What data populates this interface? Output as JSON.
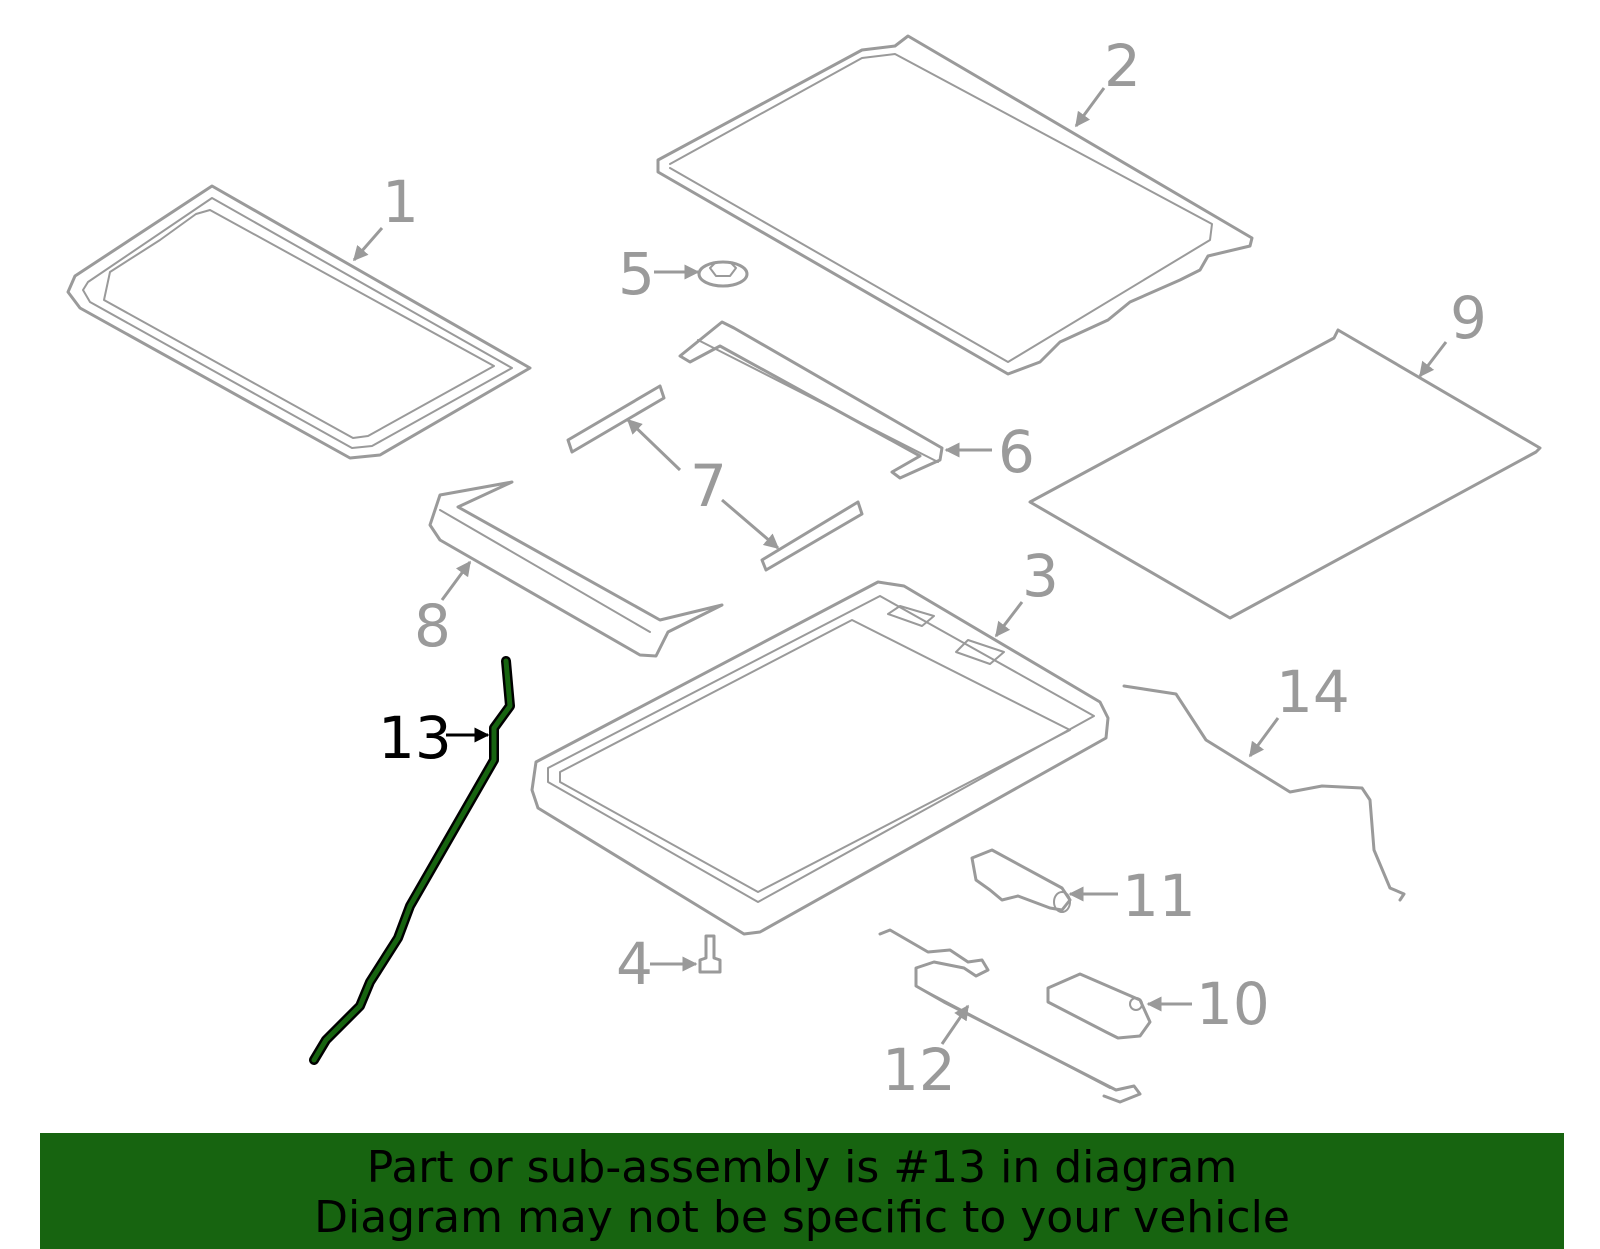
{
  "labels": [
    "1",
    "2",
    "3",
    "4",
    "5",
    "6",
    "7",
    "8",
    "9",
    "10",
    "11",
    "12",
    "13",
    "14"
  ],
  "highlight": {
    "part": "13",
    "color": "#176410"
  },
  "banner": {
    "line1": "Part or sub-assembly is #13 in diagram",
    "line2": "Diagram may not be specific to your vehicle",
    "background": "#176410"
  }
}
